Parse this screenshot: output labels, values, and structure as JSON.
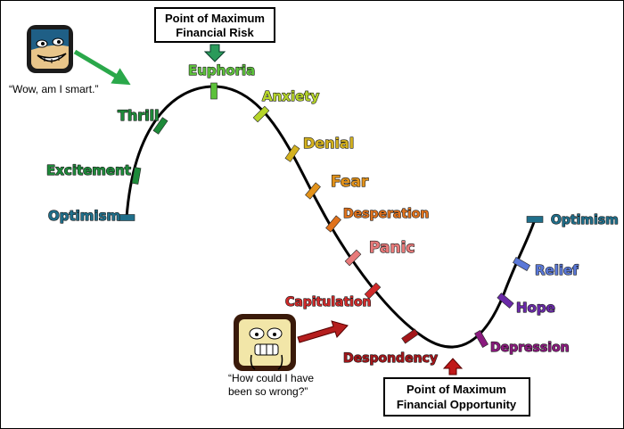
{
  "stages": [
    {
      "label": "Optimism",
      "color": "#1f6f8b"
    },
    {
      "label": "Excitement",
      "color": "#1e8a3a"
    },
    {
      "label": "Thrill",
      "color": "#1e8a3a"
    },
    {
      "label": "Euphoria",
      "color": "#5cc13a"
    },
    {
      "label": "Anxiety",
      "color": "#b6d52a"
    },
    {
      "label": "Denial",
      "color": "#d4b21f"
    },
    {
      "label": "Fear",
      "color": "#e2921a"
    },
    {
      "label": "Desperation",
      "color": "#e0721c"
    },
    {
      "label": "Panic",
      "color": "#e87a7a"
    },
    {
      "label": "Capitulation",
      "color": "#d02a2a"
    },
    {
      "label": "Despondency",
      "color": "#a4161a"
    },
    {
      "label": "Depression",
      "color": "#8a1a7e"
    },
    {
      "label": "Hope",
      "color": "#6a2aa8"
    },
    {
      "label": "Relief",
      "color": "#5a78d8"
    },
    {
      "label": "Optimism",
      "color": "#1f6f8b"
    }
  ],
  "callouts": {
    "risk": {
      "line1": "Point of Maximum",
      "line2": "Financial Risk"
    },
    "opportunity": {
      "line1": "Point of Maximum",
      "line2": "Financial Opportunity"
    }
  },
  "quotes": {
    "smart": "“Wow, am I smart.”",
    "wrong_line1": "“How could I have",
    "wrong_line2": "been so wrong?”"
  },
  "faces": {
    "happy": "grinning-face-icon",
    "sad": "distressed-face-icon"
  }
}
